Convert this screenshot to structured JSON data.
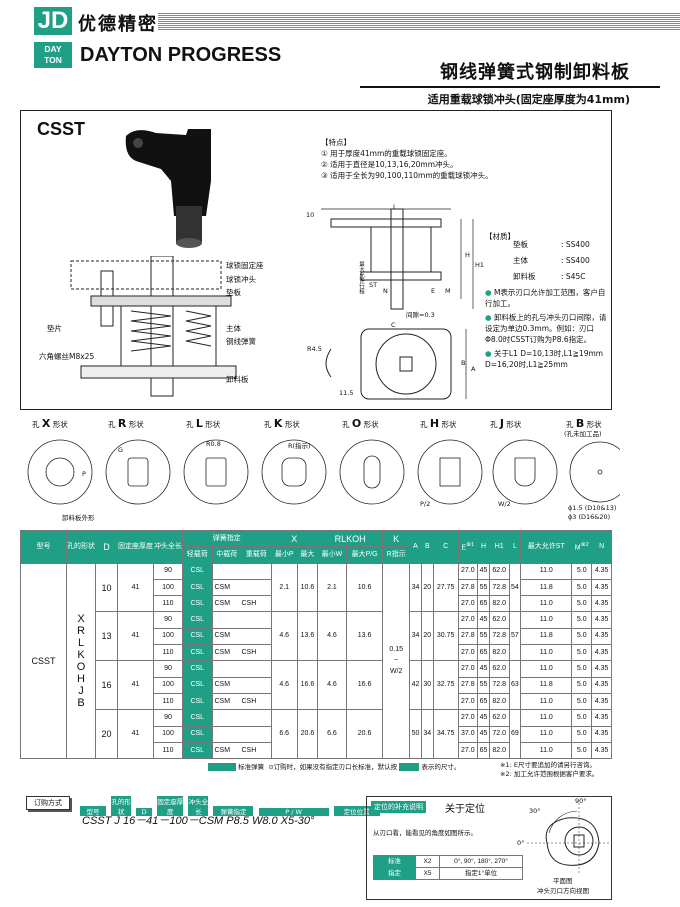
{
  "brand": {
    "logo_letters": "JD",
    "name_cn": "优德精密",
    "badge_top": "DAY",
    "badge_bottom": "TON",
    "name_en": "DAYTON PROGRESS"
  },
  "title": "钢线弹簧式钢制卸料板",
  "subtitle": "适用重载球锁冲头(固定座厚度为41mm)",
  "product": {
    "code": "CSST",
    "features_title": "【特点】",
    "features": [
      "① 用于厚度41mm的重载球锁固定座。",
      "② 适用于直径是10,13,16,20mm冲头。",
      "③ 适用于全长为90,100,110mm的重载球锁冲头。"
    ],
    "parts_labels": [
      "球锁固定座",
      "球锁冲头",
      "垫板",
      "主体",
      "钢线弹簧",
      "卸料板"
    ],
    "left_labels": [
      "垫片",
      "六角螺丝M8x25"
    ],
    "material_title": "【材质】",
    "materials": [
      {
        "part": "垫板",
        "value": ": SS400"
      },
      {
        "part": "主体",
        "value": ": SS400"
      },
      {
        "part": "卸料板",
        "value": ": S45C"
      }
    ],
    "notes": [
      "M表示刃口允许加工范围，客户自行加工。",
      "卸料板上的孔与冲头刃口间隙，请设定为单边0.3mm。例如：刃口Φ8.0时CSST订购为P8.6指定。",
      "关于L1  D=10,13时,L1≧19mm  D=16,20时,L1≧25mm"
    ],
    "dim_labels": {
      "L": "L",
      "H": "H",
      "H1": "H1",
      "C": "C",
      "B": "B",
      "A": "A",
      "E": "E",
      "M": "M",
      "N": "N",
      "ST": "ST",
      "gap": "间隙=0.3",
      "r45": "R4.5",
      "d115": "11.5",
      "ten": "10",
      "maxst": "最大允许行程"
    }
  },
  "hole_shapes": [
    {
      "prefix": "孔",
      "letter": "X",
      "suffix": "形状"
    },
    {
      "prefix": "孔",
      "letter": "R",
      "suffix": "形状"
    },
    {
      "prefix": "孔",
      "letter": "L",
      "suffix": "形状"
    },
    {
      "prefix": "孔",
      "letter": "K",
      "suffix": "形状"
    },
    {
      "prefix": "孔",
      "letter": "O",
      "suffix": "形状"
    },
    {
      "prefix": "孔",
      "letter": "H",
      "suffix": "形状"
    },
    {
      "prefix": "孔",
      "letter": "J",
      "suffix": "形状"
    },
    {
      "prefix": "孔",
      "letter": "B",
      "suffix": "形状",
      "note": "(孔未加工品)"
    }
  ],
  "hole_notes": {
    "outer": "卸料板外形",
    "r08": "R0.8",
    "rspec": "R(指示)",
    "g": "G",
    "p": "P",
    "w": "W",
    "p2": "P/2",
    "w2": "W/2",
    "phi15": "ϕ1.5 (D10&13)",
    "phi3": "ϕ3   (D16&20)"
  },
  "table": {
    "headers": {
      "model": "型号",
      "hole": "孔的形状",
      "d": "D",
      "thick": "固定座厚度",
      "len": "冲头全长",
      "spring": "弹簧指定",
      "x": "X",
      "rlkoh": "RLKOH",
      "k": "K",
      "a": "A",
      "b": "B",
      "c": "C",
      "e": "E",
      "h": "H",
      "h1": "H1",
      "l": "L",
      "st": "最大允许ST",
      "m": "M",
      "n": "N",
      "sp1": "轻载荷",
      "sp2": "中载荷",
      "sp3": "重载荷",
      "xmin": "最小P",
      "xmax": "最大",
      "rmin": "最小W",
      "rmax": "最大P/G",
      "kr": "R指示",
      "e_note": "※1",
      "m_note": "※2"
    },
    "model": "CSST",
    "hole_letters": [
      "X",
      "R",
      "L",
      "K",
      "O",
      "H",
      "J",
      "B"
    ],
    "k_value": "0.15\n~\nW/2",
    "groups": [
      {
        "d": "10",
        "t": "41",
        "x1": "2.1",
        "x2": "10.6",
        "r1": "2.1",
        "r2": "10.6",
        "a": "34",
        "b": "20",
        "c": "27.75",
        "l": "54",
        "rows": [
          {
            "len": "90",
            "s": [
              "CSL",
              "",
              ""
            ],
            "e": "27.0",
            "h": "45",
            "h1": "62.0",
            "st": "11.0",
            "m": "5.0",
            "n": "4.35"
          },
          {
            "len": "100",
            "s": [
              "CSL",
              "CSM",
              ""
            ],
            "e": "27.8",
            "h": "55",
            "h1": "72.8",
            "st": "11.8",
            "m": "5.0",
            "n": "4.35"
          },
          {
            "len": "110",
            "s": [
              "CSL",
              "CSM",
              "CSH"
            ],
            "e": "27.0",
            "h": "65",
            "h1": "82.0",
            "st": "11.0",
            "m": "5.0",
            "n": "4.35"
          }
        ]
      },
      {
        "d": "13",
        "t": "41",
        "x1": "4.6",
        "x2": "13.6",
        "r1": "4.6",
        "r2": "13.6",
        "a": "34",
        "b": "20",
        "c": "30.75",
        "l": "57",
        "rows": [
          {
            "len": "90",
            "s": [
              "CSL",
              "",
              ""
            ],
            "e": "27.0",
            "h": "45",
            "h1": "62.0",
            "st": "11.0",
            "m": "5.0",
            "n": "4.35"
          },
          {
            "len": "100",
            "s": [
              "CSL",
              "CSM",
              ""
            ],
            "e": "27.8",
            "h": "55",
            "h1": "72.8",
            "st": "11.8",
            "m": "5.0",
            "n": "4.35"
          },
          {
            "len": "110",
            "s": [
              "CSL",
              "CSM",
              "CSH"
            ],
            "e": "27.0",
            "h": "65",
            "h1": "82.0",
            "st": "11.0",
            "m": "5.0",
            "n": "4.35"
          }
        ]
      },
      {
        "d": "16",
        "t": "41",
        "x1": "4.6",
        "x2": "16.6",
        "r1": "4.6",
        "r2": "16.6",
        "a": "42",
        "b": "30",
        "c": "32.75",
        "l": "63",
        "rows": [
          {
            "len": "90",
            "s": [
              "CSL",
              "",
              ""
            ],
            "e": "27.0",
            "h": "45",
            "h1": "62.0",
            "st": "11.0",
            "m": "5.0",
            "n": "4.35"
          },
          {
            "len": "100",
            "s": [
              "CSL",
              "CSM",
              ""
            ],
            "e": "27.8",
            "h": "55",
            "h1": "72.8",
            "st": "11.8",
            "m": "5.0",
            "n": "4.35"
          },
          {
            "len": "110",
            "s": [
              "CSL",
              "CSM",
              "CSH"
            ],
            "e": "27.0",
            "h": "65",
            "h1": "82.0",
            "st": "11.0",
            "m": "5.0",
            "n": "4.35"
          }
        ]
      },
      {
        "d": "20",
        "t": "41",
        "x1": "6.6",
        "x2": "20.6",
        "r1": "6.6",
        "r2": "20.6",
        "a": "50",
        "b": "34",
        "c": "34.75",
        "l": "69",
        "rows": [
          {
            "len": "90",
            "s": [
              "CSL",
              "",
              ""
            ],
            "e": "27.0",
            "h": "45",
            "h1": "62.0",
            "st": "11.0",
            "m": "5.0",
            "n": "4.35"
          },
          {
            "len": "100",
            "s": [
              "CSL",
              "",
              ""
            ],
            "e": "37.0",
            "h": "45",
            "h1": "72.0",
            "st": "11.0",
            "m": "5.0",
            "n": "4.35"
          },
          {
            "len": "110",
            "s": [
              "CSL",
              "CSM",
              "CSH"
            ],
            "e": "27.0",
            "h": "65",
            "h1": "82.0",
            "st": "11.0",
            "m": "5.0",
            "n": "4.35"
          }
        ]
      }
    ]
  },
  "legend": {
    "std_spring": "标准弹簧",
    "note_main": "⊙订购时，如果没有指定刃口长标准，默认按",
    "note_tail": "表示的尺寸。",
    "foot1": "※1: E尺寸要追加的请另行咨询。",
    "foot2": "※2: 加工允许范围根据客户要求。"
  },
  "order": {
    "label": "订购方式",
    "heads": [
      "型号",
      "孔的形状",
      "D",
      "固定座厚度",
      "冲头全长",
      "弹簧指定",
      "P / W",
      "定位位置"
    ],
    "example": "CSST J 16－41－100－CSM  P8.5 W8.0 X5-30°"
  },
  "positioning": {
    "tag": "定位的补充说明",
    "title": "关于定位",
    "desc": "从刃口看，能看见的角度如图所示。",
    "rows": [
      {
        "k": "标准",
        "code": "X2",
        "v": "0°, 90°, 180°, 270°"
      },
      {
        "k": "指定",
        "code": "X5",
        "v": "指定1°单位"
      }
    ],
    "angles": [
      "90°",
      "30°",
      "0°"
    ],
    "caption1": "平面图",
    "caption2": "冲头刃口方向视图"
  }
}
